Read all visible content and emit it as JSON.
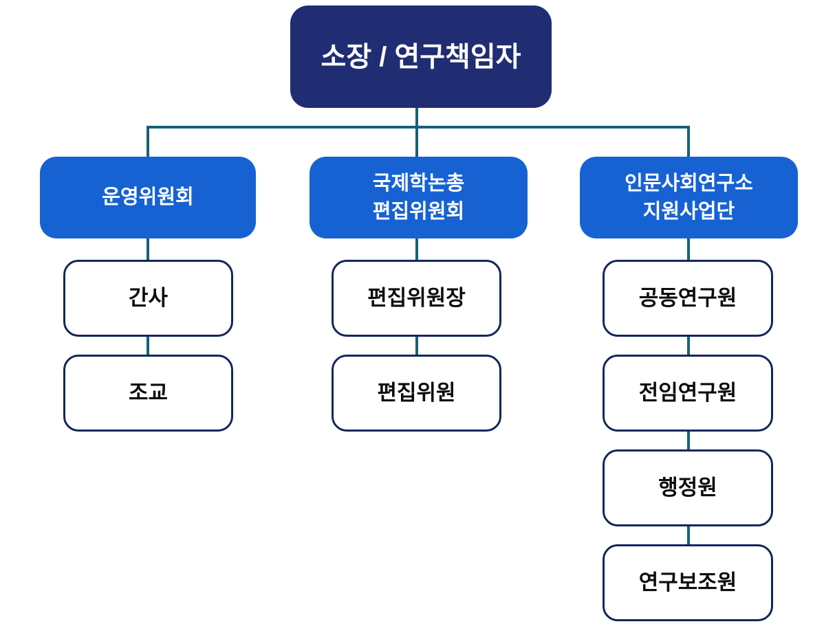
{
  "org_chart": {
    "type": "org-tree",
    "root": {
      "label": "소장 / 연구책임자"
    },
    "branches": [
      {
        "label": "운영위원회",
        "children": [
          {
            "label": "간사"
          },
          {
            "label": "조교"
          }
        ]
      },
      {
        "label": "국제학논총\n편집위원회",
        "children": [
          {
            "label": "편집위원장"
          },
          {
            "label": "편집위원"
          }
        ]
      },
      {
        "label": "인문사회연구소\n지원사업단",
        "children": [
          {
            "label": "공동연구원"
          },
          {
            "label": "전임연구원"
          },
          {
            "label": "행정원"
          },
          {
            "label": "연구보조원"
          }
        ]
      }
    ]
  },
  "colors": {
    "navy": "#202d73",
    "blue": "#1762d3",
    "border_navy": "#13265c",
    "connector": "#166078",
    "background": "#ffffff",
    "text_on_fill": "#ffffff",
    "text_on_white": "#0d0d0d"
  }
}
